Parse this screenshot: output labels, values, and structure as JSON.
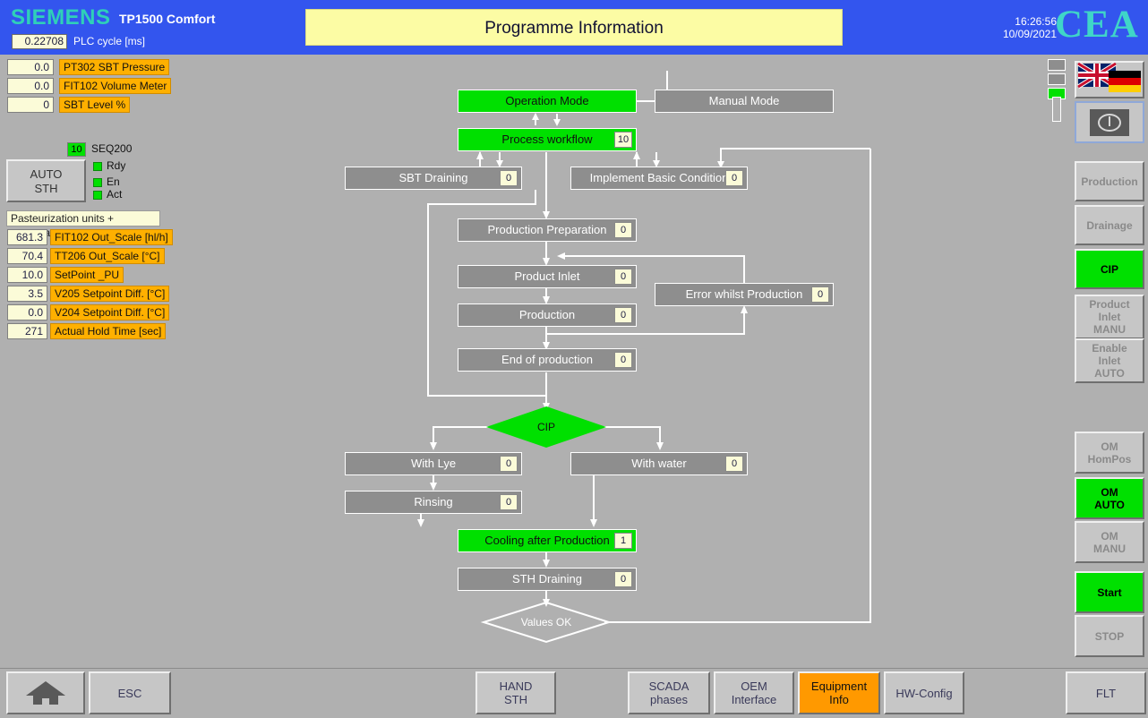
{
  "header": {
    "brand": "SIEMENS",
    "model": "TP1500 Comfort",
    "plc_cycle_value": "0.22708",
    "plc_cycle_label": "PLC cycle [ms]",
    "title": "Programme Information",
    "time": "16:26:56",
    "date": "10/09/2021",
    "logo": "CEA",
    "bg_color": "#3355ee",
    "title_bg_color": "#fcfca4"
  },
  "left_tags": [
    {
      "value": "0.0",
      "name": "PT302 SBT Pressure"
    },
    {
      "value": "0.0",
      "name": "FIT102 Volume Meter"
    },
    {
      "value": "0",
      "name": "SBT Level %"
    }
  ],
  "sequence": {
    "value": "10",
    "label": "SEQ200",
    "mode_button": "AUTO\nSTH",
    "mode_line1": "AUTO",
    "mode_line2": "STH",
    "leds": [
      {
        "label": "Rdy",
        "color": "#00e000"
      },
      {
        "label": "En",
        "color": "#00e000"
      },
      {
        "label": "Act",
        "color": "#00e000"
      }
    ]
  },
  "pasteurization": {
    "header": "Pasteurization units + temperature",
    "rows": [
      {
        "value": "681.3",
        "name": "FIT102 Out_Scale [hl/h]"
      },
      {
        "value": "70.4",
        "name": "TT206 Out_Scale [°C]"
      },
      {
        "value": "10.0",
        "name": "SetPoint _PU"
      },
      {
        "value": "3.5",
        "name": "V205 Setpoint Diff. [°C]"
      },
      {
        "value": "0.0",
        "name": "V204 Setpoint Diff. [°C]"
      },
      {
        "value": "271",
        "name": "Actual Hold Time [sec]"
      }
    ]
  },
  "flowchart": {
    "nodes": {
      "operation_mode": {
        "label": "Operation Mode",
        "value": "",
        "active": true
      },
      "manual_mode": {
        "label": "Manual Mode",
        "value": "",
        "active": false
      },
      "process_workflow": {
        "label": "Process workflow",
        "value": "10",
        "active": true
      },
      "sbt_draining": {
        "label": "SBT Draining",
        "value": "0",
        "active": false
      },
      "implement_basic": {
        "label": "Implement Basic Condition",
        "value": "0",
        "active": false
      },
      "production_prep": {
        "label": "Production Preparation",
        "value": "0",
        "active": false
      },
      "product_inlet": {
        "label": "Product Inlet",
        "value": "0",
        "active": false
      },
      "error_production": {
        "label": "Error whilst Production",
        "value": "0",
        "active": false
      },
      "production": {
        "label": "Production",
        "value": "0",
        "active": false
      },
      "end_production": {
        "label": "End of production",
        "value": "0",
        "active": false
      },
      "cip_decision": {
        "label": "CIP",
        "value": "",
        "active": true
      },
      "with_lye": {
        "label": "With Lye",
        "value": "0",
        "active": false
      },
      "with_water": {
        "label": "With water",
        "value": "0",
        "active": false
      },
      "rinsing": {
        "label": "Rinsing",
        "value": "0",
        "active": false
      },
      "cooling_after": {
        "label": "Cooling after Production",
        "value": "1",
        "active": true
      },
      "sth_draining": {
        "label": "STH Draining",
        "value": "0",
        "active": false
      },
      "values_ok": {
        "label": "Values OK",
        "value": "",
        "active": false
      }
    },
    "active_color": "#00e000",
    "inactive_color": "#8e8e8e"
  },
  "right_panel": {
    "status_boxes": [
      {
        "name": "status-1",
        "on": false
      },
      {
        "name": "status-2",
        "on": false
      },
      {
        "name": "status-3",
        "on": true
      }
    ],
    "buttons": [
      {
        "label": "Production",
        "on": false
      },
      {
        "label": "Drainage",
        "on": false
      },
      {
        "label": "CIP",
        "on": true
      },
      {
        "label": "Product\nInlet\nMANU",
        "on": false
      },
      {
        "label": "Enable\nInlet\nAUTO",
        "on": false
      },
      {
        "label": "OM\nHomPos",
        "on": false
      },
      {
        "label": "OM\nAUTO",
        "on": true
      },
      {
        "label": "OM\nMANU",
        "on": false
      },
      {
        "label": "Start",
        "on": true
      },
      {
        "label": "STOP",
        "on": false
      }
    ]
  },
  "bottom_bar": {
    "buttons": [
      {
        "label": "",
        "icon": "home-icon",
        "accent": false
      },
      {
        "label": "ESC",
        "icon": "",
        "accent": false
      },
      {
        "label": "HAND\nSTH",
        "icon": "",
        "accent": false
      },
      {
        "label": "SCADA\nphases",
        "icon": "",
        "accent": false
      },
      {
        "label": "OEM\nInterface",
        "icon": "",
        "accent": false
      },
      {
        "label": "Equipment\nInfo",
        "icon": "",
        "accent": true
      },
      {
        "label": "HW-Config",
        "icon": "",
        "accent": false
      },
      {
        "label": "FLT",
        "icon": "",
        "accent": false
      }
    ],
    "accent_color": "#ff9900"
  }
}
